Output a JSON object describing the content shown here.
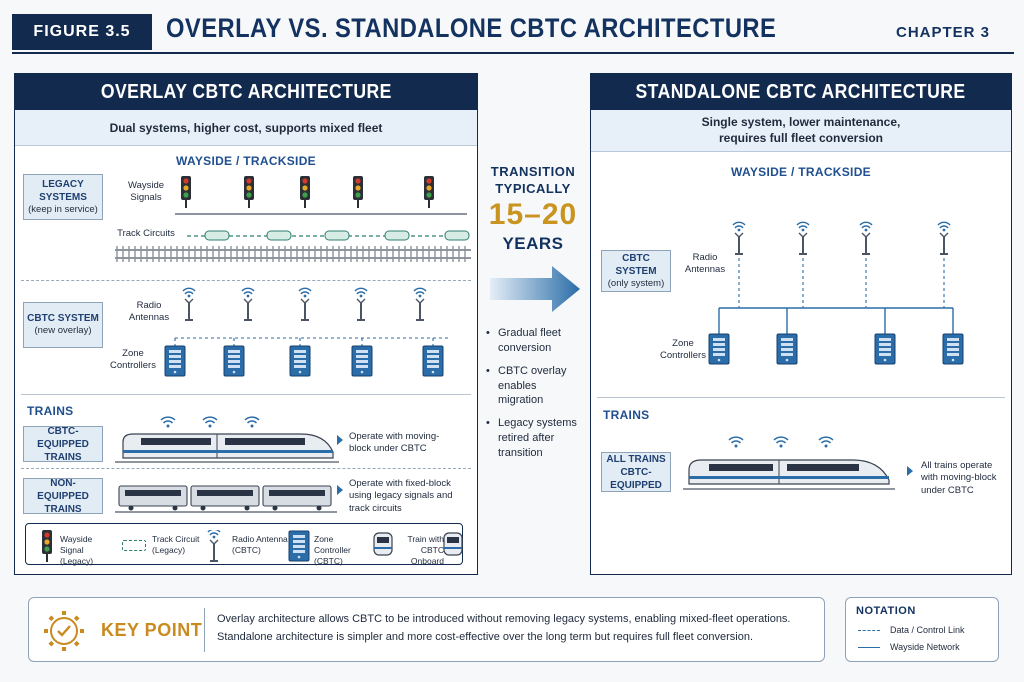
{
  "header": {
    "figure_tag": "FIGURE 3.5",
    "title": "OVERLAY VS. STANDALONE CBTC ARCHITECTURE",
    "chapter": "CHAPTER 3"
  },
  "overlay": {
    "title": "OVERLAY CBTC ARCHITECTURE",
    "subtitle": "Dual systems, higher cost, supports mixed fleet",
    "wayside_title": "WAYSIDE / TRACKSIDE",
    "legacy_box": {
      "title": "LEGACY SYSTEMS",
      "note": "(keep in service)"
    },
    "wayside_signals_label": "Wayside Signals",
    "track_circuits_label": "Track Circuits",
    "cbtc_box": {
      "title": "CBTC SYSTEM",
      "note": "(new overlay)"
    },
    "radio_antennas_label": "Radio Antennas",
    "zone_controllers_label": "Zone Controllers",
    "trains_title": "TRAINS",
    "equipped_box": "CBTC-EQUIPPED TRAINS",
    "equipped_note": "Operate with moving-block under CBTC",
    "non_equipped_box": "NON-EQUIPPED TRAINS",
    "non_equipped_note": "Operate with fixed-block using legacy signals and track circuits"
  },
  "legend": {
    "signal": "Wayside Signal (Legacy)",
    "track_circuit": "Track Circuit (Legacy)",
    "antenna": "Radio Antenna (CBTC)",
    "zone_controller": "Zone Controller (CBTC)",
    "train": "Train with CBTC Onboard"
  },
  "transition": {
    "line1": "TRANSITION",
    "line2": "TYPICALLY",
    "years_number": "15–20",
    "years_word": "YEARS",
    "bullets": [
      "Gradual fleet conversion",
      "CBTC overlay enables migration",
      "Legacy systems retired after transition"
    ]
  },
  "standalone": {
    "title": "STANDALONE CBTC ARCHITECTURE",
    "subtitle_line1": "Single system, lower maintenance,",
    "subtitle_line2": "requires full fleet conversion",
    "wayside_title": "WAYSIDE / TRACKSIDE",
    "cbtc_box": {
      "title": "CBTC SYSTEM",
      "note": "(only system)"
    },
    "radio_antennas_label": "Radio Antennas",
    "zone_controllers_label": "Zone Controllers",
    "trains_title": "TRAINS",
    "all_trains_box": "ALL TRAINS CBTC-EQUIPPED",
    "all_trains_note": "All trains operate with moving-block under CBTC"
  },
  "key_point": {
    "title": "KEY POINT",
    "line1": "Overlay architecture allows CBTC to be introduced without removing legacy systems, enabling mixed-fleet operations.",
    "line2": "Standalone architecture is simpler and more cost-effective over the long term but requires full fleet conversion."
  },
  "notation": {
    "title": "NOTATION",
    "dashed": "Data / Control Link",
    "solid": "Wayside Network"
  },
  "colors": {
    "navy": "#132a4f",
    "accent_gold": "#c9941f",
    "light_blue": "#e7f0f8",
    "arrow_blue": "#2a6da8"
  }
}
